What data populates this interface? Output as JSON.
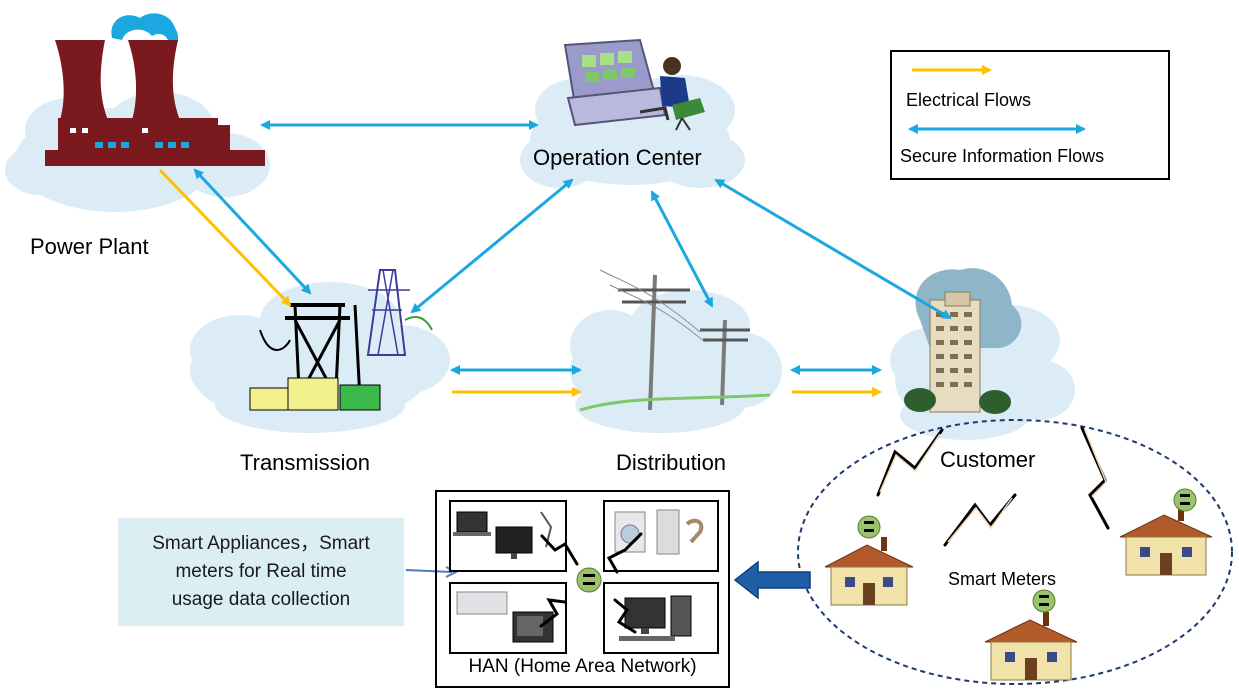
{
  "nodes": {
    "power_plant": "Power Plant",
    "operation_center": "Operation Center",
    "transmission": "Transmission",
    "distribution": "Distribution",
    "customer": "Customer",
    "smart_meters": "Smart Meters",
    "han": "HAN (Home Area Network)"
  },
  "legend": {
    "electrical": "Electrical Flows",
    "information": "Secure Information Flows"
  },
  "callout": {
    "line1": "Smart Appliances，Smart",
    "line2": "meters for Real time",
    "line3": "usage data collection"
  },
  "colors": {
    "electrical_flow": "#ffc000",
    "information_flow": "#1ba8e0",
    "cloud": "#dcecf6",
    "power_plant": "#7b1a1e",
    "callout_bg": "#dbeef4",
    "han_arrow": "#1f5fa8"
  }
}
